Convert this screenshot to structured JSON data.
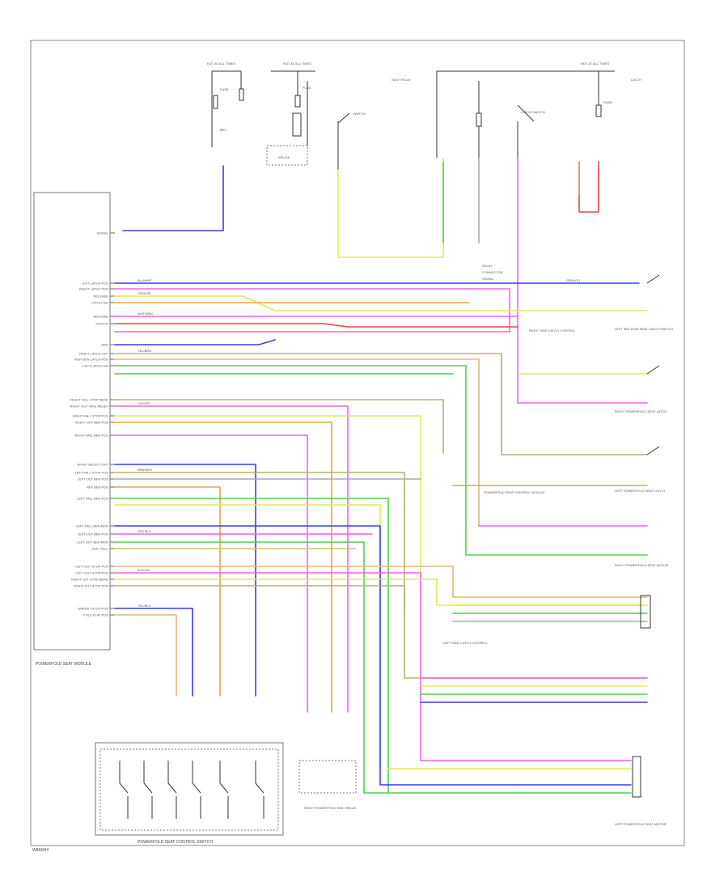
{
  "page": {
    "footer_code": "W8A0H4",
    "colors": {
      "frame": "#8a8a8a",
      "text": "#444444",
      "blue": "#3a3af0",
      "pink": "#f060f0",
      "yellow": "#e6e65a",
      "green": "#50d050",
      "olive": "#b8b070",
      "tan": "#e0b878",
      "red": "#f04040",
      "orange": "#f0a040",
      "gray": "#aaaaaa",
      "dark_green": "#2e8b2e"
    }
  },
  "module": {
    "title": "POWERFOLD SEAT MODULE",
    "side_labels": [
      "SIGNAL",
      "LEFT LATCH POS",
      "RIGHT LATCH POS",
      "RELEASE",
      "LATCH SIG",
      "RELEASE",
      "SWITCH",
      "GND",
      "RIGHT LATCH OUT",
      "REFI BEN LATCH POS",
      "LEFT LATCH SIG",
      "RIGHT FALL STOP BEND",
      "RIGHT OUT TAKE RESET",
      "RIGHT FALL STOP POS",
      "RIGHT OUT BEN POS",
      "RIGHT FALL BEN POS",
      "RIGHT SELECT OUT",
      "LEFT FALL STOP POS",
      "LEFT OUT BEN POS",
      "REF BEN POS",
      "LEFT FALL BEN POS",
      "LEFT FALL BEN MOD",
      "LEFT OUT BEN POS",
      "LEFT OUT BEN MOD",
      "LEFT FALL",
      "LEFT OUT STOP POS",
      "LEFT OUT STOP POS",
      "RIGHT OUT STOP BEND",
      "RIGHT OUT STOP POS",
      "GREEN LATCH POS",
      "FOLD FLAT POS"
    ]
  },
  "top_labels": [
    "HOT AT ALL TIMES",
    "HOT AT ALL TIMES",
    "HOT AT ALL TIMES",
    "FUSE",
    "FUSE",
    "FUSE",
    "BEV",
    "SEAT RELAY",
    "SWITCH",
    "LATCH SWITCH",
    "LATCH",
    "SPLICE",
    "RELAY",
    "CONNECTOR",
    "SIGNAL"
  ],
  "wire_codes": [
    "BLU/WHT",
    "GRN/YEL",
    "WHT/BRN",
    "YEL/BRN",
    "VIO/GRY",
    "BRN/WHT",
    "GRY/BLK",
    "BLK/YEL",
    "YEL/BLK",
    "GRN/VIO"
  ],
  "components": [
    {
      "label": "LEFT 3RD ROW SEAT LATCH SWITCH"
    },
    {
      "label": "RIGHT POWERFOLD SEAT LATCH"
    },
    {
      "label": "LEFT POWERFOLD SEAT LATCH"
    },
    {
      "label": "RIGHT POWERFOLD SEAT MOTOR"
    },
    {
      "label": "LEFT POWERFOLD SEAT MOTOR"
    },
    {
      "label": "POWERFOLD SEAT CONTROL SWITCH"
    },
    {
      "label": "RIGHT POWERFOLD SEAT RELAY"
    }
  ],
  "notes": [
    "RIGHT SIDE LATCH CONTROL",
    "POWERFOLD SEAT CONTROL MODULE",
    "LEFT SIDE LATCH CONTROL"
  ]
}
